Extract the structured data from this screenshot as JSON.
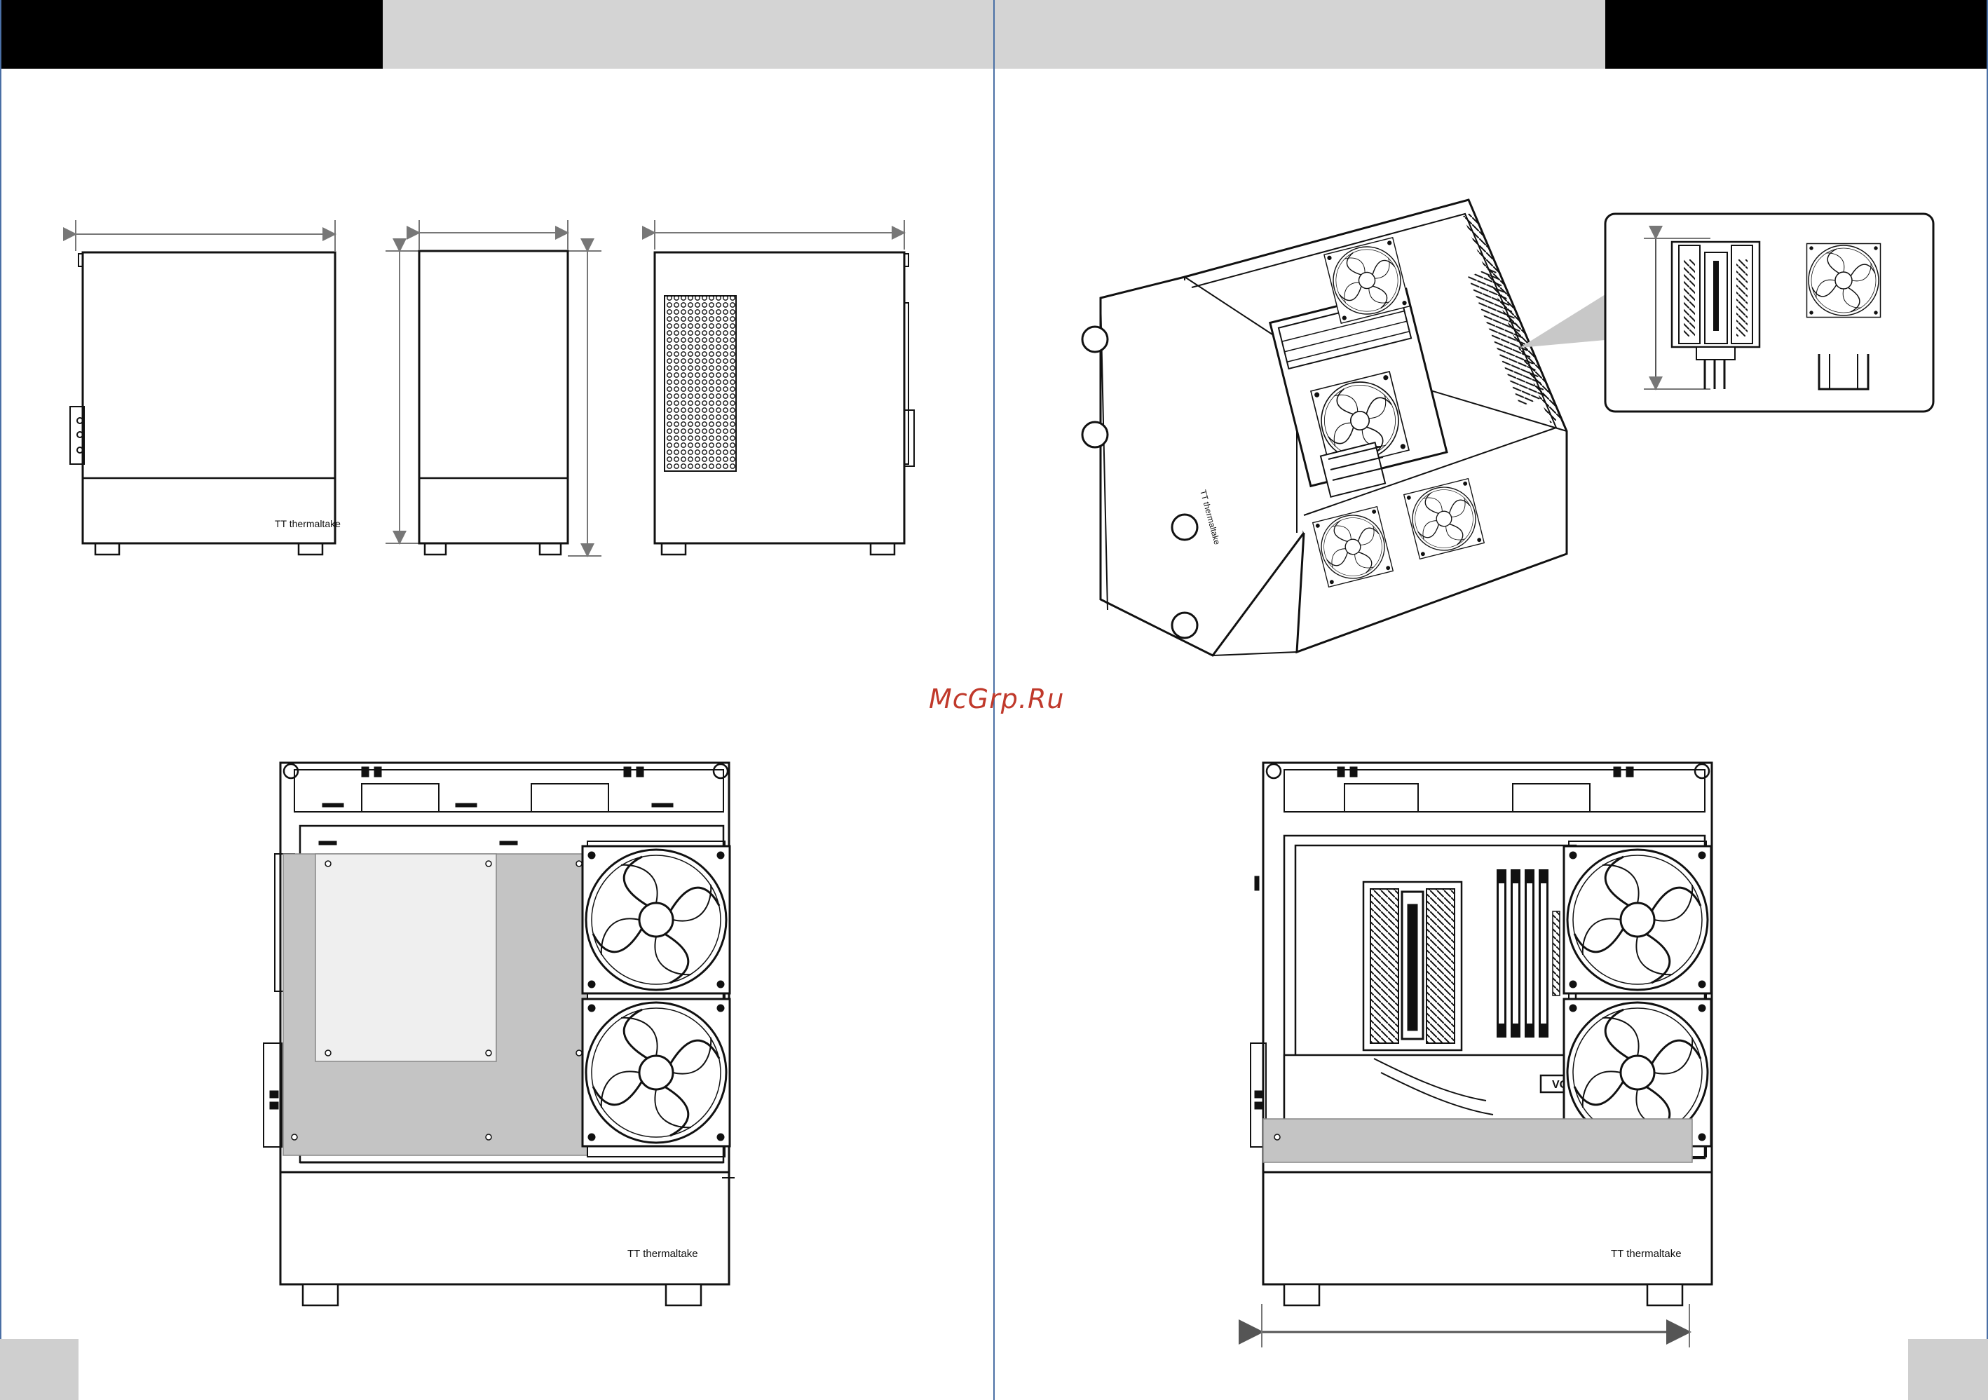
{
  "watermark": "McGrp.Ru",
  "brand": {
    "name": "thermaltake",
    "name_small": "thermaltake"
  },
  "cooler_graphics": {
    "ram_brand": "VORTEX"
  },
  "colors": {
    "header_black": "#000000",
    "header_gray": "#d4d4d4",
    "page_border": "#4a6fa5",
    "mounting_area_light": "#efefef",
    "mounting_area_dark": "#c4c4c4",
    "watermark": "#c0392b"
  }
}
